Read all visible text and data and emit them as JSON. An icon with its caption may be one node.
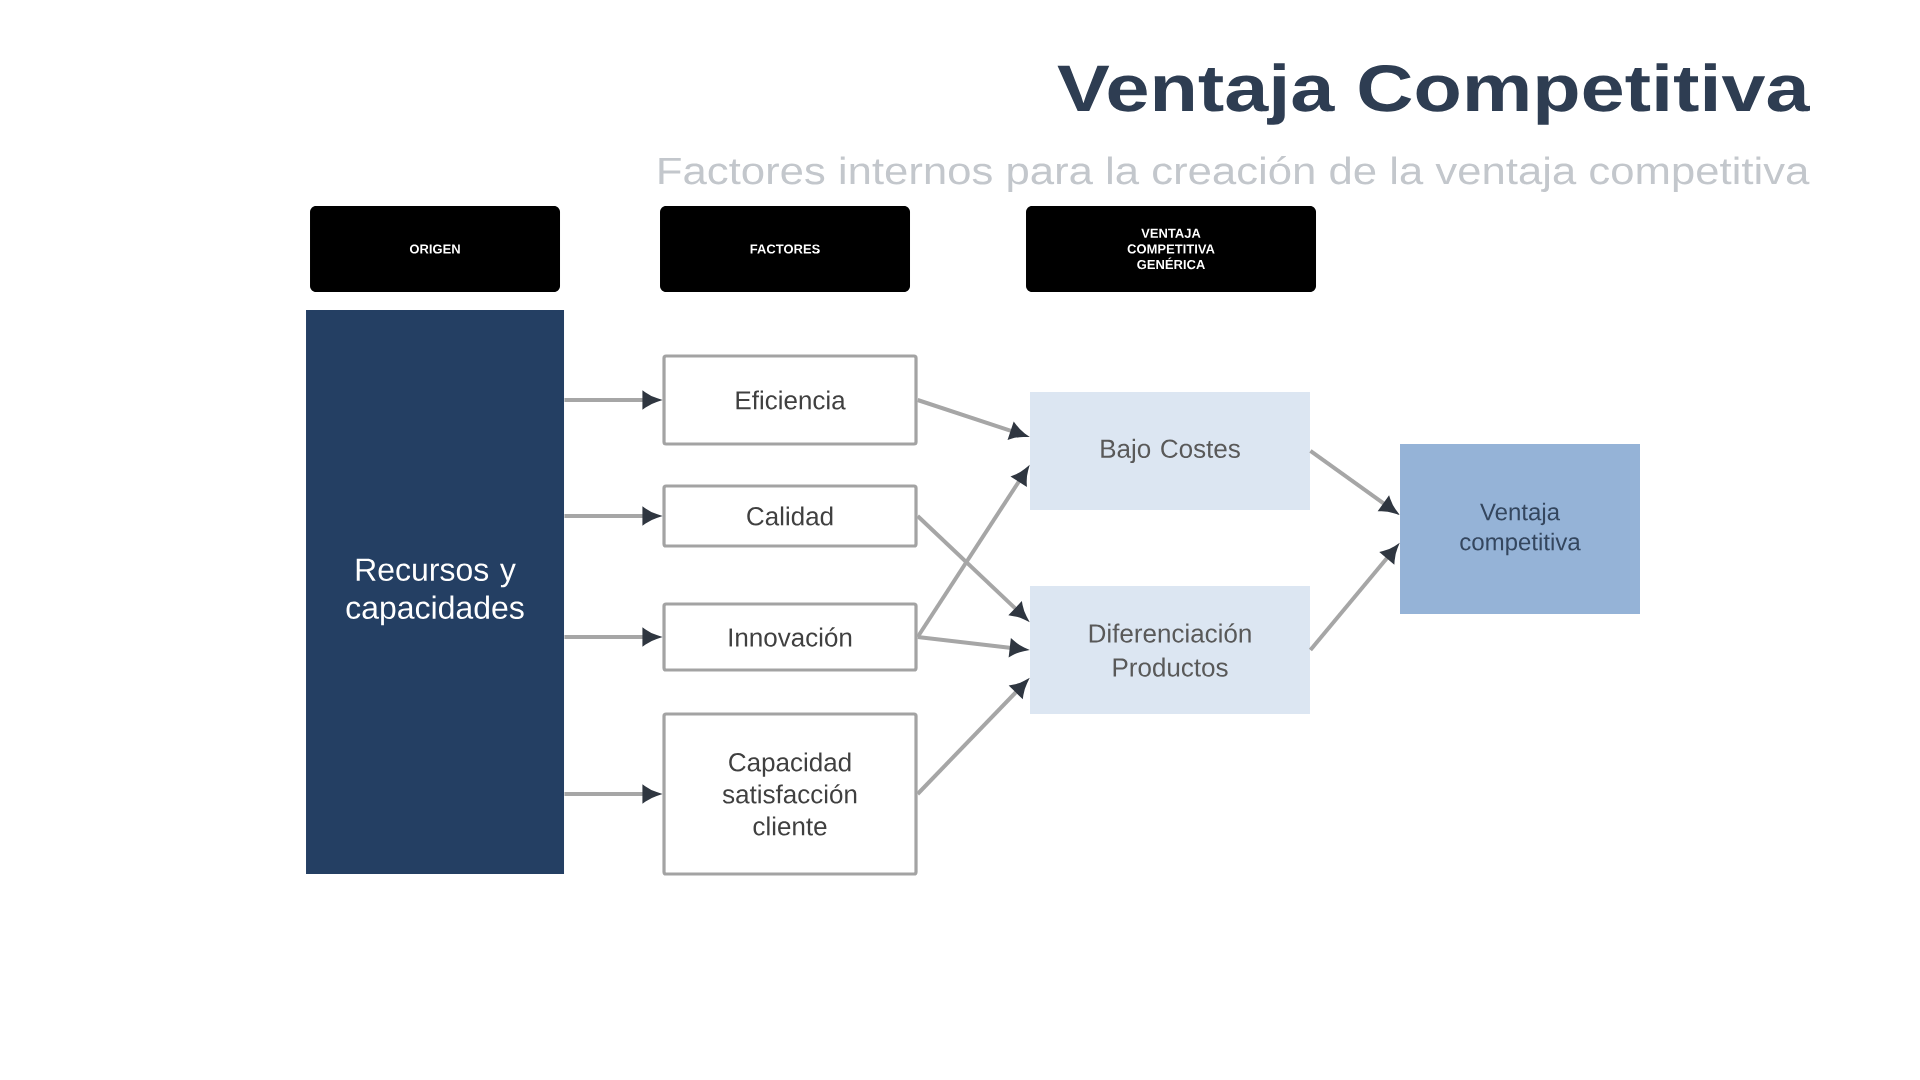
{
  "diagram": {
    "title": "Ventaja Competitiva",
    "nodes": [
      {
        "text": [
          "ORIGEN"
        ]
      },
      {
        "text": [
          "FACTORES"
        ]
      },
      {
        "text": [
          "VENTAJA COMPETITIVA GENÉRICA"
        ]
      },
      {
        "text": [
          "Recursos y capacidades"
        ]
      },
      {
        "text": [
          "Eficiencia"
        ]
      },
      {
        "text": [
          "Calidad"
        ]
      },
      {
        "text": [
          "Innovación"
        ]
      },
      {
        "text": [
          "Capacidad satisfacción cliente"
        ]
      },
      {
        "text": [
          "Bajo Costes"
        ]
      },
      {
        "text": [
          "Diferenciación Productos"
        ]
      },
      {
        "text": [
          "Ventaja competitiva"
        ]
      }
    ],
    "edges": [
      {
        "from": 3,
        "to": 4,
        "arrow": "to"
      },
      {
        "from": 3,
        "to": 5,
        "arrow": "to"
      },
      {
        "from": 3,
        "to": 6,
        "arrow": "to"
      },
      {
        "from": 3,
        "to": 7,
        "arrow": "to"
      },
      {
        "from": 4,
        "to": 8,
        "arrow": "to"
      },
      {
        "from": 6,
        "to": 8,
        "arrow": "to"
      },
      {
        "from": 5,
        "to": 9,
        "arrow": "to"
      },
      {
        "from": 6,
        "to": 9,
        "arrow": "to"
      },
      {
        "from": 7,
        "to": 9,
        "arrow": "to"
      },
      {
        "from": 8,
        "to": 10,
        "arrow": "to"
      },
      {
        "from": 9,
        "to": 10,
        "arrow": "to"
      }
    ],
    "labels": [
      "Factores internos para la creación de la ventaja competitiva"
    ]
  }
}
